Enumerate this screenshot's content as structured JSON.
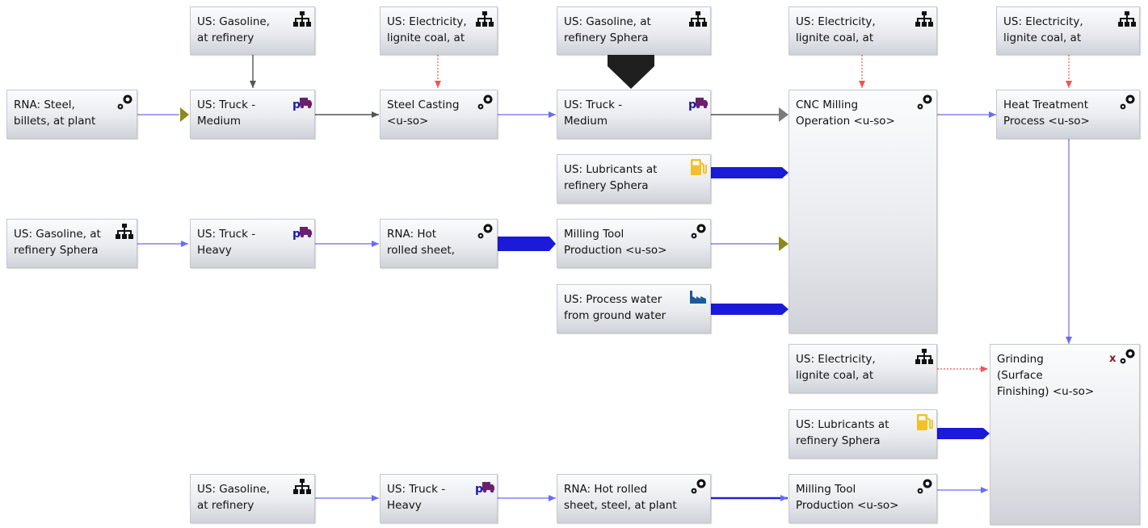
{
  "nodes": [
    {
      "id": "rna-steel-billets",
      "label": "RNA: Steel,\nbillets, at plant",
      "icon": "gear-icon"
    },
    {
      "id": "us-gasoline-refinery-top",
      "label": "US: Gasoline,\nat refinery",
      "icon": "hierarchy-icon"
    },
    {
      "id": "us-truck-medium-1",
      "label": "US: Truck -\nMedium",
      "icon": "truck-icon"
    },
    {
      "id": "us-electricity-lignite-1",
      "label": "US: Electricity,\nlignite coal, at",
      "icon": "hierarchy-icon"
    },
    {
      "id": "steel-casting",
      "label": "Steel Casting\n<u-so>",
      "icon": "gear-icon"
    },
    {
      "id": "us-gasoline-sphera-top",
      "label": "US: Gasoline, at\nrefinery Sphera",
      "icon": "hierarchy-icon"
    },
    {
      "id": "us-truck-medium-2",
      "label": "US: Truck -\nMedium",
      "icon": "truck-icon"
    },
    {
      "id": "us-electricity-lignite-2",
      "label": "US: Electricity,\nlignite coal, at",
      "icon": "hierarchy-icon"
    },
    {
      "id": "cnc-milling",
      "label": "CNC Milling\nOperation <u-so>",
      "icon": "gear-icon"
    },
    {
      "id": "us-electricity-lignite-3",
      "label": "US: Electricity,\nlignite coal, at",
      "icon": "hierarchy-icon"
    },
    {
      "id": "heat-treatment",
      "label": "Heat Treatment\nProcess <u-so>",
      "icon": "gear-icon"
    },
    {
      "id": "us-lubricants-1",
      "label": "US: Lubricants at\nrefinery Sphera",
      "icon": "fuel-pump-icon"
    },
    {
      "id": "us-gasoline-sphera-mid",
      "label": "US: Gasoline, at\nrefinery Sphera",
      "icon": "hierarchy-icon"
    },
    {
      "id": "us-truck-heavy-1",
      "label": "US: Truck -\nHeavy",
      "icon": "truck-icon"
    },
    {
      "id": "rna-hot-rolled-1",
      "label": "RNA: Hot\nrolled sheet,",
      "icon": "gear-icon"
    },
    {
      "id": "milling-tool-1",
      "label": "Milling Tool\nProduction <u-so>",
      "icon": "gear-icon"
    },
    {
      "id": "us-process-water",
      "label": "US: Process water\nfrom ground water",
      "icon": "factory-icon"
    },
    {
      "id": "us-electricity-lignite-4",
      "label": "US: Electricity,\nlignite coal, at",
      "icon": "hierarchy-icon"
    },
    {
      "id": "grinding",
      "label": "Grinding\n(Surface\nFinishing) <u-so>",
      "icon": "gear-x-icon"
    },
    {
      "id": "us-lubricants-2",
      "label": "US: Lubricants at\nrefinery Sphera",
      "icon": "fuel-pump-icon"
    },
    {
      "id": "us-gasoline-refinery-bottom",
      "label": "US: Gasoline,\nat refinery",
      "icon": "hierarchy-icon"
    },
    {
      "id": "us-truck-heavy-2",
      "label": "US: Truck -\nHeavy",
      "icon": "truck-icon"
    },
    {
      "id": "rna-hot-rolled-2",
      "label": "RNA: Hot rolled\nsheet, steel, at plant",
      "icon": "gear-icon"
    },
    {
      "id": "milling-tool-2",
      "label": "Milling Tool\nProduction <u-so>",
      "icon": "gear-icon"
    }
  ],
  "colors": {
    "material_flow": "#6a6cf0",
    "thick_flow": "#1a1ad8",
    "electricity_flow": "#f05555",
    "fuel_flow": "#555555",
    "olive_arrow": "#8a8a1a",
    "truck_purple": "#6b1f6e",
    "truck_p": "#1b1bb0",
    "pump_yellow": "#f4c02a",
    "factory_blue": "#1a5a9a"
  }
}
